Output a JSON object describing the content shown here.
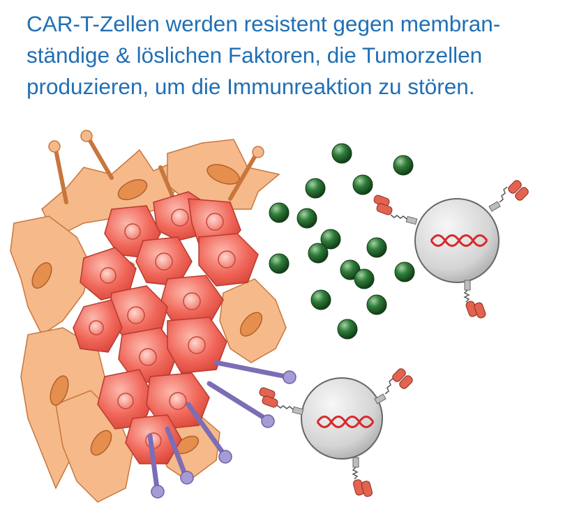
{
  "caption": {
    "lines": [
      "CAR-T-Zellen werden resistent gegen membran-",
      "ständige & löslichen Faktoren, die Tumorzellen",
      "produzieren, um die Immunreaktion zu stören."
    ],
    "color": "#1f6fb5"
  },
  "colors": {
    "stroma": "#f6b98a",
    "stroma_dark": "#d27a3c",
    "tumor": "#ef5b4c",
    "tumor_light": "#fbb0a5",
    "soluble_factor": "#1f6b2b",
    "inhibitory_ligand": "#8a79c0",
    "car_receptor": "#e2634f",
    "t_cell": "#cfcfcf",
    "dna": "#d62b2b"
  },
  "icons": [
    "stroma-cell-icon",
    "tumor-cell-icon",
    "soluble-factor-icon",
    "inhibitory-ligand-icon",
    "car-receptor-icon",
    "dna-icon"
  ]
}
